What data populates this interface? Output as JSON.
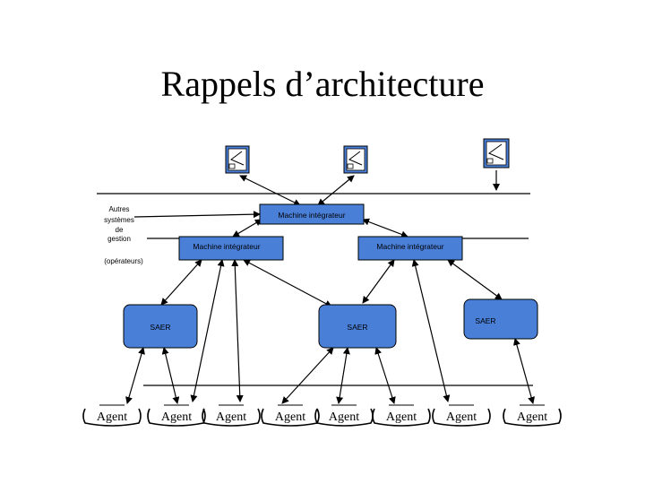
{
  "slide": {
    "title": "Rappels d’architecture"
  },
  "diagram": {
    "workstations": [
      {
        "id": "ws1",
        "icon": "workstation-icon"
      },
      {
        "id": "ws2",
        "icon": "workstation-icon"
      },
      {
        "id": "ws3",
        "icon": "workstation-icon"
      }
    ],
    "other_systems": {
      "lines": [
        "Autres",
        "systèmes",
        "de",
        "gestion"
      ],
      "operators": "(opérateurs)"
    },
    "integrators": {
      "top": "Machine intégrateur",
      "left": "Machine intégrateur",
      "right": "Machine intégrateur"
    },
    "saer": [
      "SAER",
      "SAER",
      "SAER"
    ],
    "agents": [
      "Agent",
      "Agent",
      "Agent",
      "Agent",
      "Agent",
      "Agent",
      "Agent",
      "Agent"
    ],
    "colors": {
      "box_fill": "#4a7fd8",
      "box_border": "#000000",
      "line": "#000000"
    }
  }
}
